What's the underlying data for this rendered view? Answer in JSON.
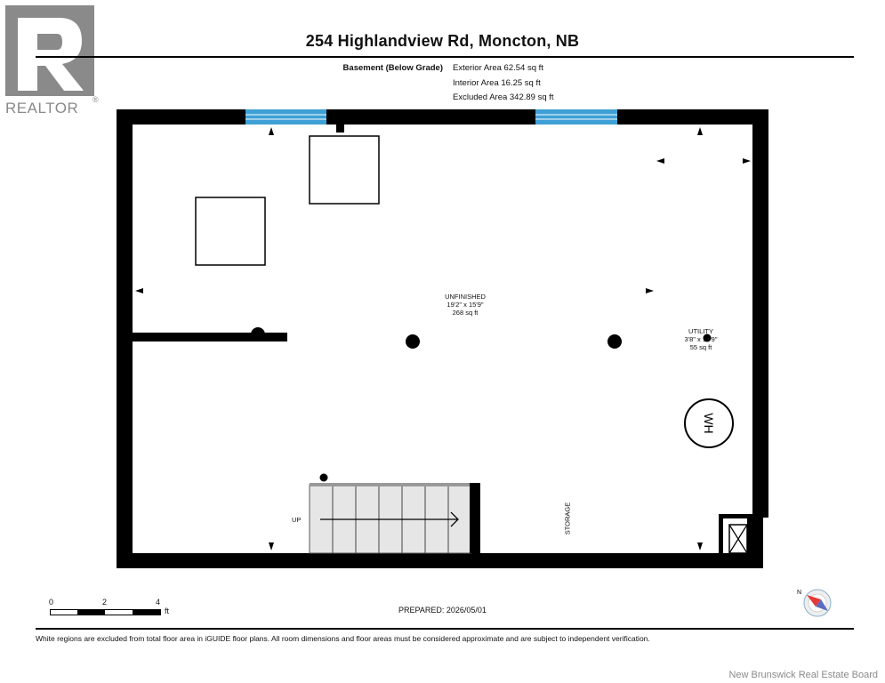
{
  "header": {
    "title": "254 Highlandview Rd, Moncton, NB",
    "floor_label": "Basement (Below Grade)",
    "areas": [
      "Exterior Area 62.54 sq ft",
      "Interior Area 16.25 sq ft",
      "Excluded Area 342.89 sq ft"
    ]
  },
  "logo": {
    "text": "REALTOR",
    "reg": "®",
    "icon": "realtor-r-logo-icon"
  },
  "rooms": {
    "unfinished": {
      "name": "UNFINISHED",
      "dims": "19'2\" x 15'9\"",
      "area": "268 sq ft"
    },
    "utility": {
      "name": "UTILITY",
      "dims": "3'8\" x 14'9\"",
      "area": "55 sq ft"
    },
    "storage": {
      "name": "STORAGE"
    },
    "stairs": {
      "label": "UP"
    },
    "water_heater": {
      "label": "WH"
    }
  },
  "scale": {
    "labels": [
      "0",
      "2",
      "4"
    ],
    "unit": "ft"
  },
  "prepared": "PREPARED: 2026/05/01",
  "footer": {
    "disclaimer": "White regions are excluded from total floor area in iGUIDE floor plans. All room dimensions and floor areas must be considered approximate and are subject to independent verification.",
    "board": "New Brunswick Real Estate Board"
  },
  "compass": {
    "label": "N",
    "icon": "compass-icon"
  },
  "colors": {
    "wall": "#000000",
    "window": "#3ea0d6",
    "logo_gray": "#8a8a8a",
    "stairs_fill": "#e6e6e6"
  }
}
